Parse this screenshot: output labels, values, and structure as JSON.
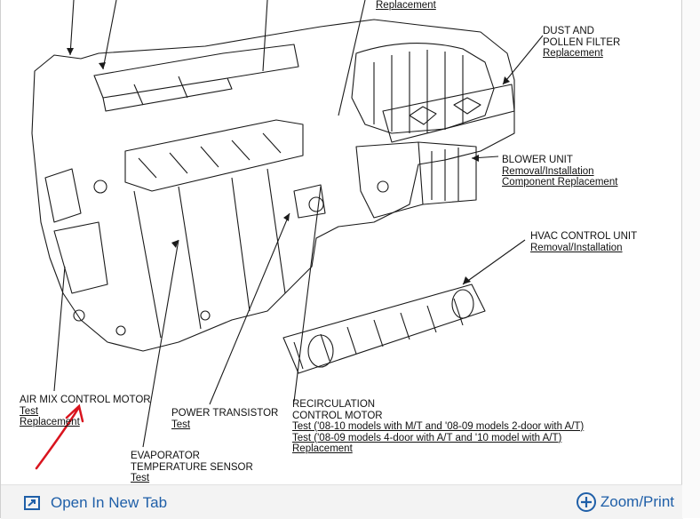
{
  "diagram": {
    "labels": {
      "top_replacement": "Replacement",
      "dust_filter": {
        "title1": "DUST AND",
        "title2": "POLLEN FILTER",
        "action": "Replacement"
      },
      "blower_unit": {
        "title": "BLOWER UNIT",
        "action1": "Removal/Installation",
        "action2": "Component Replacement"
      },
      "hvac_control": {
        "title": "HVAC CONTROL UNIT",
        "action": "Removal/Installation"
      },
      "air_mix": {
        "title": "AIR MIX CONTROL MOTOR",
        "action1": "Test",
        "action2": "Replacement"
      },
      "power_transistor": {
        "title": "POWER TRANSISTOR",
        "action": "Test"
      },
      "recirc": {
        "title1": "RECIRCULATION",
        "title2": "CONTROL MOTOR",
        "test1": "Test ('08-10 models with M/T and '08-09 models 2-door with A/T)",
        "test2": "Test ('08-09 models 4-door with A/T and '10 model with A/T)",
        "action": "Replacement"
      },
      "evap": {
        "title1": "EVAPORATOR",
        "title2": "TEMPERATURE SENSOR",
        "action": "Test"
      }
    },
    "annotation_color": "#d9141e"
  },
  "footer": {
    "open_tab_label": "Open In New Tab",
    "zoom_label": "Zoom/Print",
    "link_color": "#1f5fa8"
  }
}
